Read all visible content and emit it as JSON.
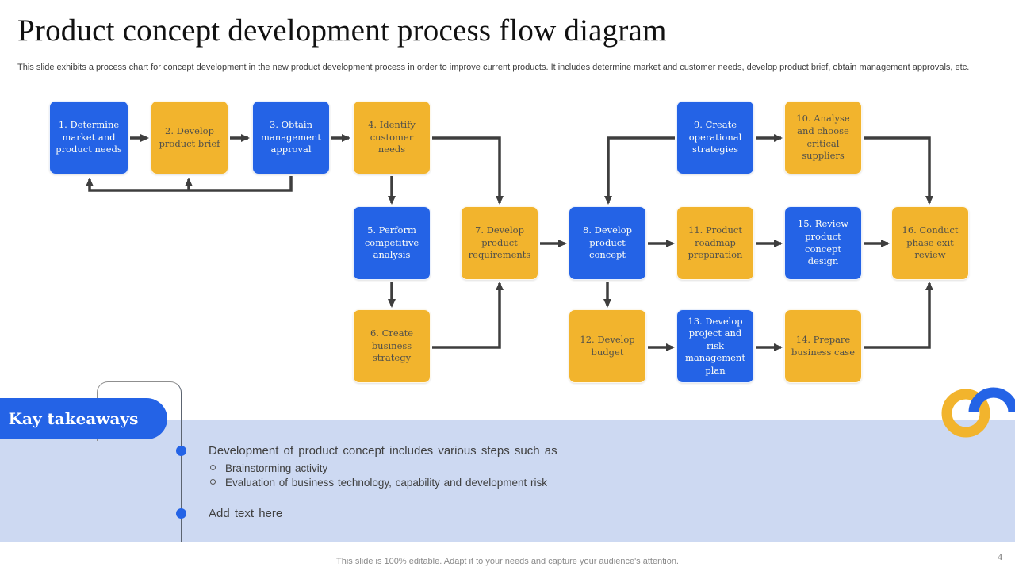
{
  "title": "Product concept development process flow diagram",
  "subtitle": "This slide exhibits a process chart for concept development in the new product development process in order to improve current products. It includes determine market and customer needs, develop product brief, obtain management approvals, etc.",
  "colors": {
    "blue": "#2463E6",
    "yellow": "#F2B42D",
    "panel": "#CDD9F2",
    "arrow": "#3E3E3E"
  },
  "flow": {
    "boxes": [
      {
        "id": 1,
        "label": "1. Determine market and product needs",
        "color": "blue"
      },
      {
        "id": 2,
        "label": "2. Develop product brief",
        "color": "yellow"
      },
      {
        "id": 3,
        "label": "3. Obtain management approval",
        "color": "blue"
      },
      {
        "id": 4,
        "label": "4. Identify customer needs",
        "color": "yellow"
      },
      {
        "id": 5,
        "label": "5. Perform competitive analysis",
        "color": "blue"
      },
      {
        "id": 6,
        "label": "6. Create business strategy",
        "color": "yellow"
      },
      {
        "id": 7,
        "label": "7. Develop product requirements",
        "color": "yellow"
      },
      {
        "id": 8,
        "label": "8. Develop product concept",
        "color": "blue"
      },
      {
        "id": 9,
        "label": "9. Create operational strategies",
        "color": "blue"
      },
      {
        "id": 10,
        "label": "10. Analyse and choose critical suppliers",
        "color": "yellow"
      },
      {
        "id": 11,
        "label": "11. Product roadmap preparation",
        "color": "yellow"
      },
      {
        "id": 12,
        "label": "12. Develop budget",
        "color": "yellow"
      },
      {
        "id": 13,
        "label": "13. Develop project and risk management plan",
        "color": "blue"
      },
      {
        "id": 14,
        "label": "14. Prepare business case",
        "color": "yellow"
      },
      {
        "id": 15,
        "label": "15. Review product concept design",
        "color": "blue"
      },
      {
        "id": 16,
        "label": "16. Conduct phase exit review",
        "color": "yellow"
      }
    ]
  },
  "takeaways": {
    "title": "Kay takeaways",
    "items": [
      {
        "text": "Development of product concept includes various steps such as",
        "subitems": [
          "Brainstorming activity",
          "Evaluation of business technology, capability and development risk"
        ]
      },
      {
        "text": "Add text here",
        "subitems": []
      }
    ]
  },
  "footer": {
    "note": "This slide is 100% editable. Adapt it to your needs and capture your audience's attention.",
    "page": "4"
  }
}
